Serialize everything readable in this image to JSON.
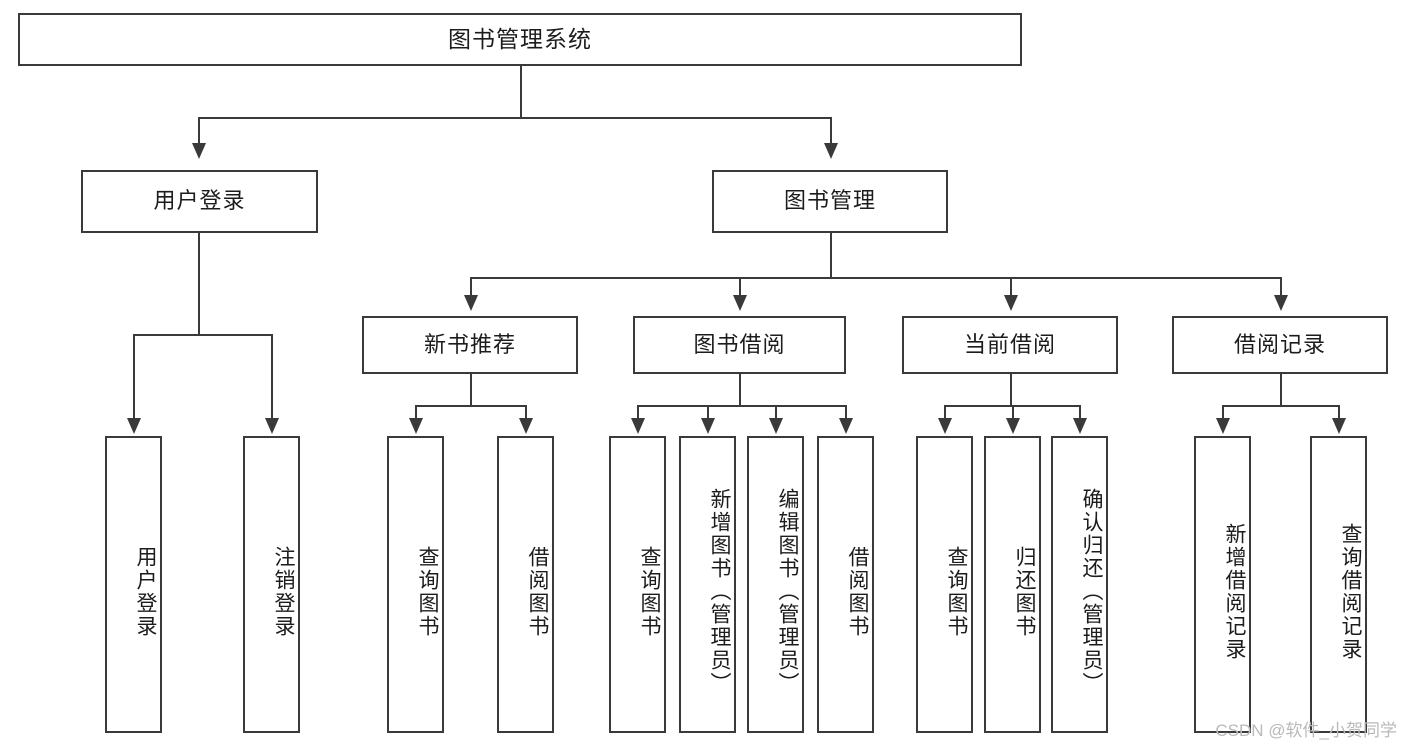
{
  "diagram": {
    "title": "图书管理系统",
    "type": "功能结构图",
    "watermark": "CSDN @软件_小贺同学",
    "line_color": "#3a3a3a",
    "box_fill": "#ffffff",
    "text_color": "#1c1c1c",
    "watermark_color": "#b9b9b9"
  },
  "levels": {
    "root": {
      "label": "图书管理系统"
    },
    "level2": [
      {
        "label": "用户登录"
      },
      {
        "label": "图书管理"
      }
    ],
    "level3": [
      {
        "label": "新书推荐"
      },
      {
        "label": "图书借阅"
      },
      {
        "label": "当前借阅"
      },
      {
        "label": "借阅记录"
      }
    ],
    "leaves": {
      "user_login": [
        {
          "label": "用户登录"
        },
        {
          "label": "注销登录"
        }
      ],
      "new_book_recommend": [
        {
          "label": "查询图书"
        },
        {
          "label": "借阅图书"
        }
      ],
      "book_borrow": [
        {
          "label": "查询图书"
        },
        {
          "label": "新增图书（管理员）"
        },
        {
          "label": "编辑图书（管理员）"
        },
        {
          "label": "借阅图书"
        }
      ],
      "current_borrow": [
        {
          "label": "查询图书"
        },
        {
          "label": "归还图书"
        },
        {
          "label": "确认归还（管理员）"
        }
      ],
      "borrow_record": [
        {
          "label": "新增借阅记录"
        },
        {
          "label": "查询借阅记录"
        }
      ]
    }
  }
}
